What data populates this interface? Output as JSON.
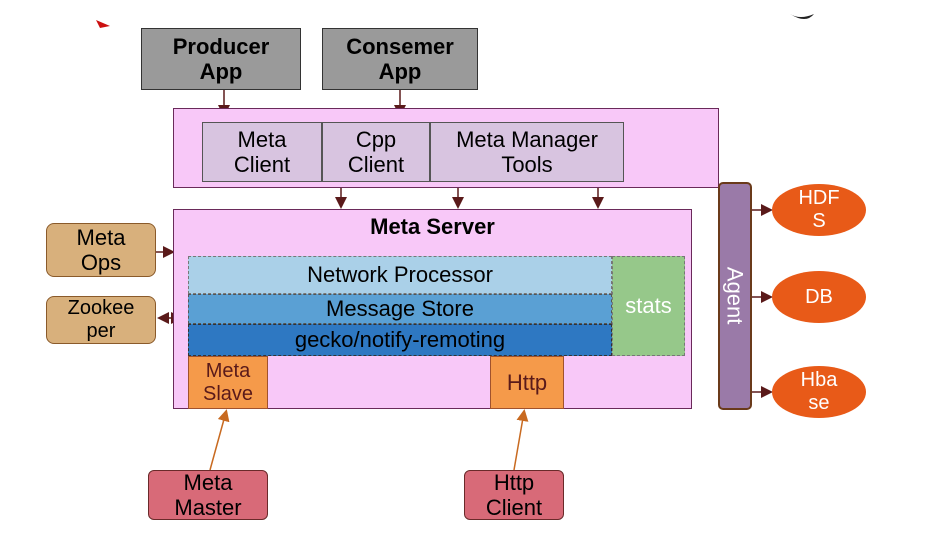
{
  "producer_app": "Producer\nApp",
  "consumer_app": "Consemer\nApp",
  "meta_client": "Meta\nClient",
  "cpp_client": "Cpp\nClient",
  "meta_manager_tools": "Meta Manager\nTools",
  "meta_server": "Meta Server",
  "network_processor": "Network Processor",
  "message_store": "Message Store",
  "gecko_remoting": "gecko/notify-remoting",
  "stats": "stats",
  "meta_slave": "Meta\nSlave",
  "http": "Http",
  "meta_ops": "Meta\nOps",
  "zookeeper": "Zookee\nper",
  "meta_master": "Meta\nMaster",
  "http_client": "Http\nClient",
  "agent": "Agent",
  "hdfs": "HDF\nS",
  "db": "DB",
  "hbase": "Hba\nse",
  "colors": {
    "app_gray": "#9a9a9a",
    "client_pink": "#f8c8f8",
    "client_cell": "#d8c4e0",
    "network": "#aad0e8",
    "store": "#5aa0d4",
    "remoting": "#2e78c2",
    "stats": "#96c88a",
    "orange": "#f59a4a",
    "tan": "#d8b07c",
    "rose": "#d86a78",
    "agent": "#9a7aa8",
    "ellipse": "#e85a18",
    "arrow": "#5a1a1a"
  }
}
